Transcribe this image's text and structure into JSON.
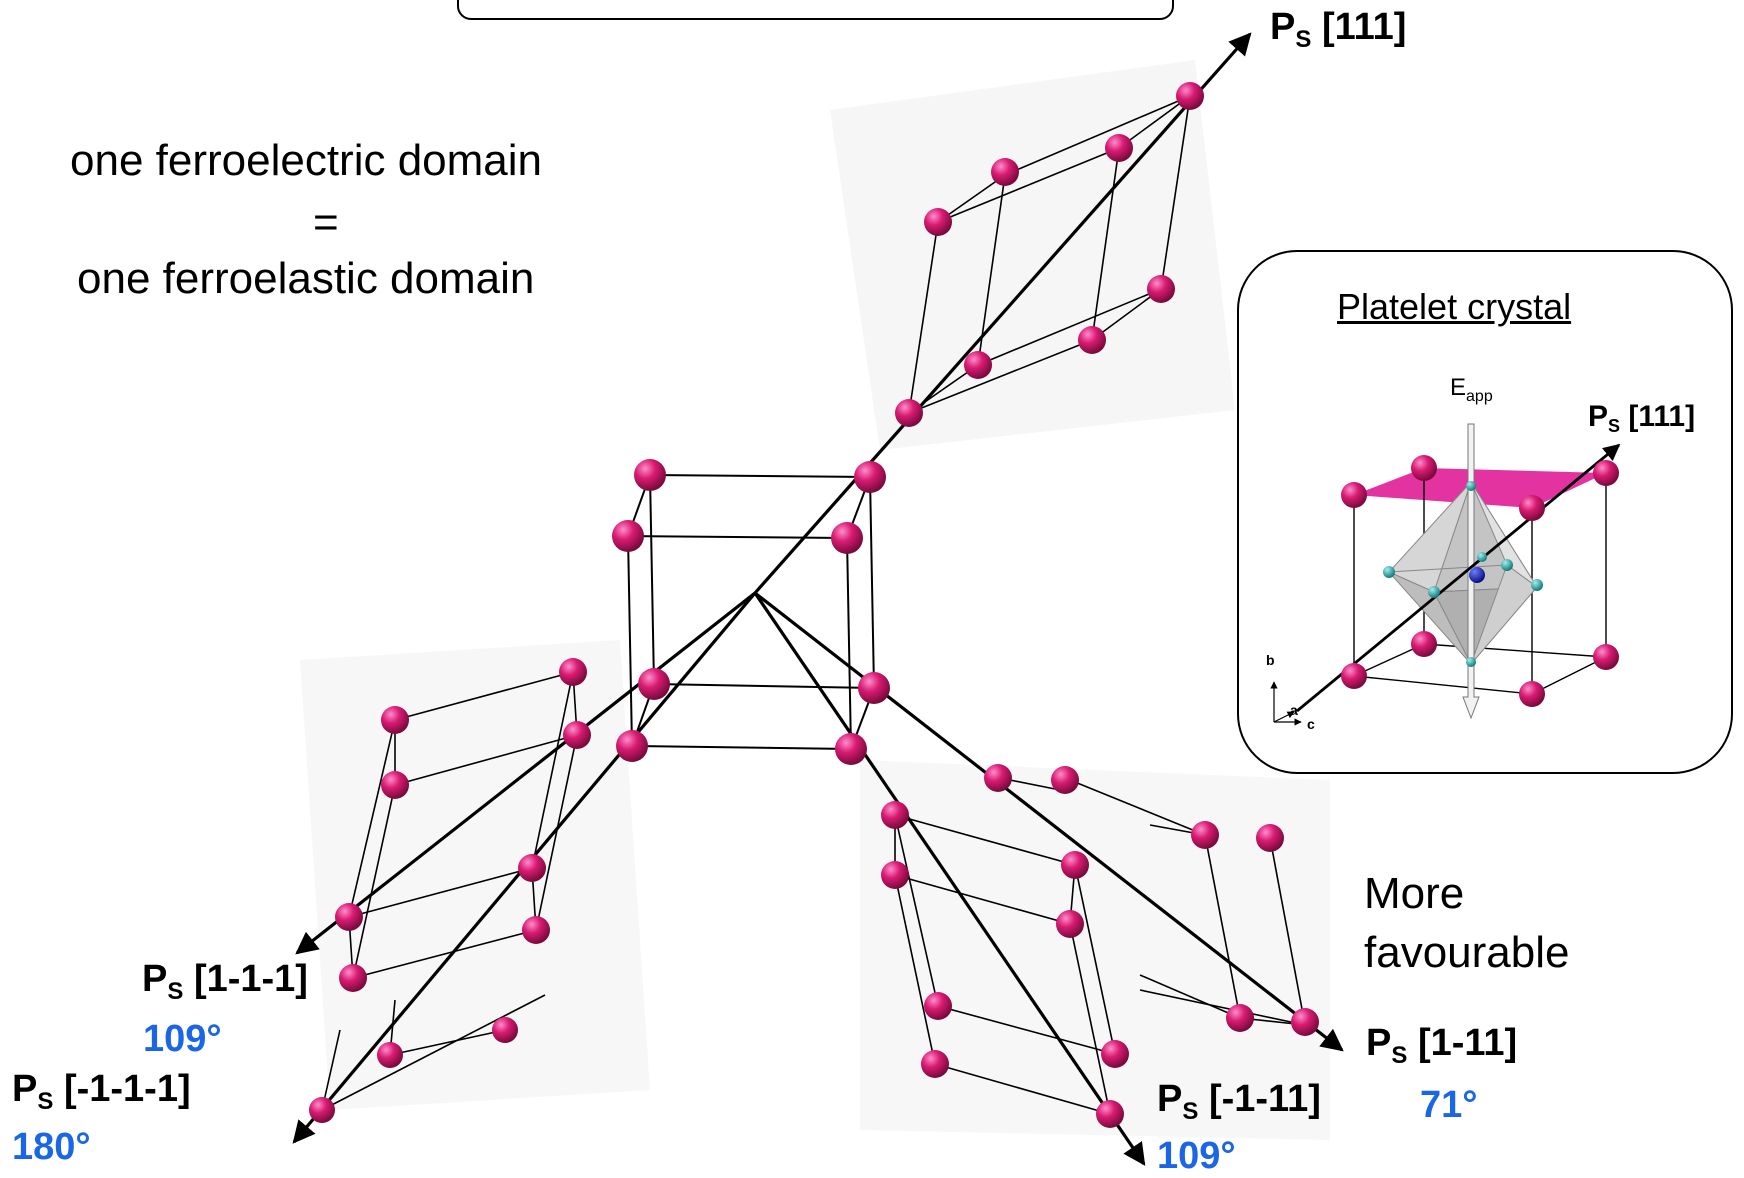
{
  "headline": {
    "line1": "one ferroelectric domain",
    "equals": "=",
    "line2": "one ferroelastic domain"
  },
  "platelet": {
    "title": "Platelet crystal",
    "field_label": "E",
    "field_sub": "app",
    "axis_label": "[111]",
    "axes": {
      "b": "b",
      "a": "a",
      "c": "c"
    }
  },
  "note": {
    "line1": "More",
    "line2": "favourable"
  },
  "polarization": {
    "symbol": "P",
    "sub": "S",
    "directions": [
      {
        "id": "111",
        "label": "[111]",
        "angle": ""
      },
      {
        "id": "1-1-1",
        "label": "[1-1-1]",
        "angle": "109°"
      },
      {
        "id": "-1-1-1",
        "label": "[-1-1-1]",
        "angle": "180°"
      },
      {
        "id": "-1-11",
        "label": "[-1-11]",
        "angle": "109°"
      },
      {
        "id": "1-11",
        "label": "[1-11]",
        "angle": "71°"
      }
    ]
  },
  "colors": {
    "atom": "#d81b72",
    "angle_text": "#1a66e6",
    "octahedron": "#c8c8c8",
    "face": "#e0289c",
    "oxygen": "#1fa3a3",
    "center_atom": "#1020c8"
  }
}
